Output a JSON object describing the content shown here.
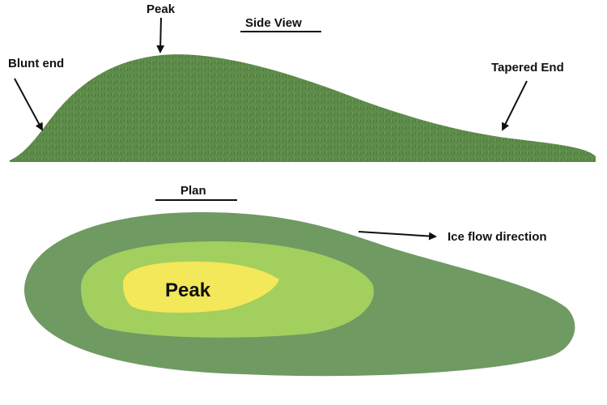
{
  "side_view": {
    "title": "Side View",
    "labels": {
      "peak": "Peak",
      "blunt_end": "Blunt end",
      "tapered_end": "Tapered End"
    }
  },
  "plan": {
    "title": "Plan",
    "peak_label": "Peak",
    "flow_label": "Ice flow direction"
  },
  "colors": {
    "hill": "#5e8c4a",
    "outer": "#6f9a62",
    "middle": "#a2cf5e",
    "inner": "#f3e75a"
  }
}
